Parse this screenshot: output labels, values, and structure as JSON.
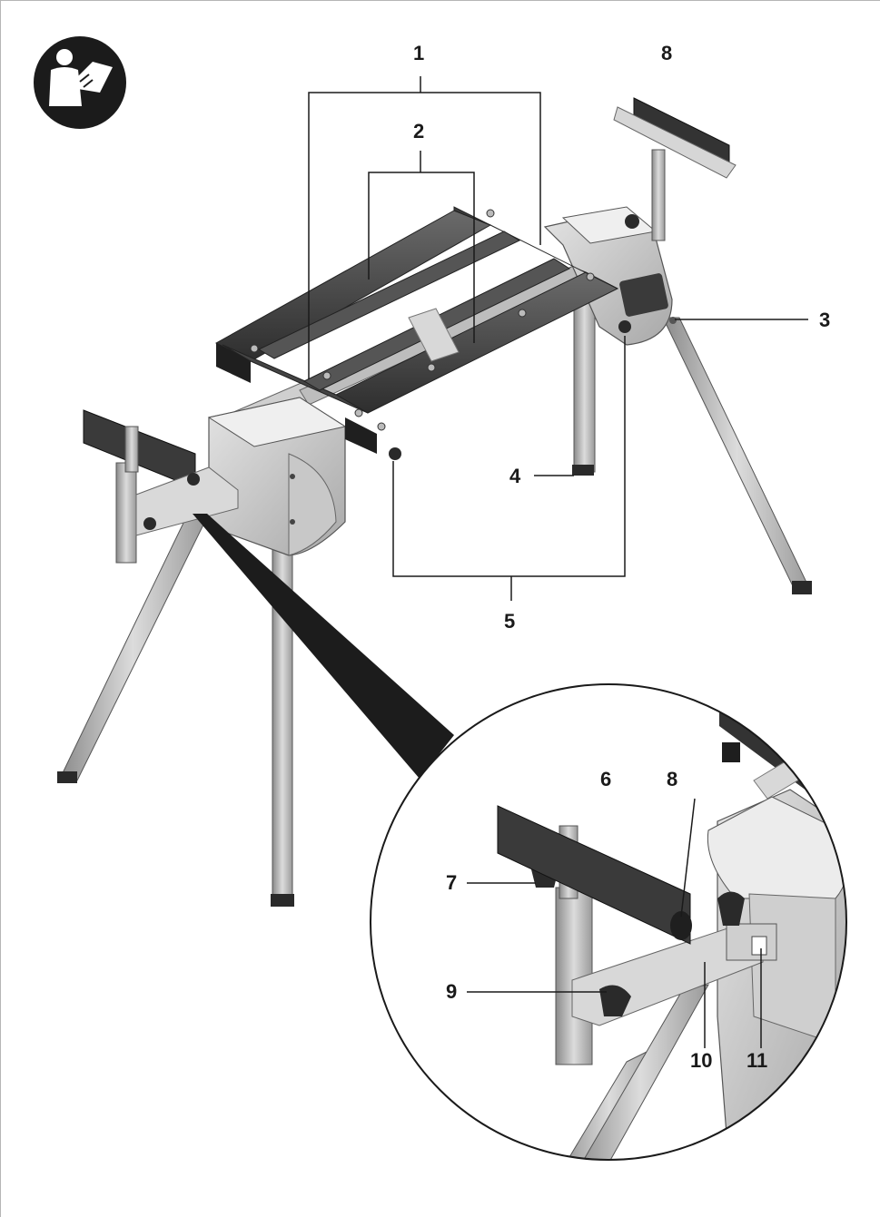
{
  "manual_icon": "read-manual-icon",
  "callouts": {
    "c1": "1",
    "c2": "2",
    "c3": "3",
    "c4": "4",
    "c5": "5",
    "c6": "6",
    "c7": "7",
    "c8_top": "8",
    "c8_detail": "8",
    "c9": "9",
    "c10": "10",
    "c11": "11"
  }
}
